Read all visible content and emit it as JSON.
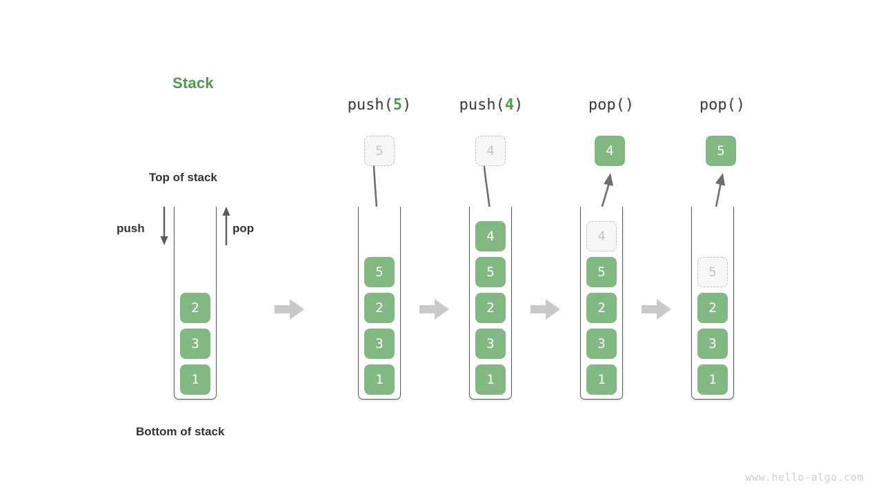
{
  "diagram": {
    "title": "Stack",
    "title_color": "#4a9b4a",
    "accent_color": "#82b882",
    "labels": {
      "top_of_stack": "Top of stack",
      "bottom_of_stack": "Bottom of stack",
      "push": "push",
      "pop": "pop"
    },
    "watermark": "www.hello-algo.com",
    "flow_arrow_icon": "right-arrow-icon",
    "panels": [
      {
        "id": "initial",
        "caption": "",
        "caption_fn": "",
        "caption_arg": "",
        "stack": [
          "2",
          "3",
          "1"
        ],
        "floating": null,
        "ghost_in_stack": null,
        "motion": "none"
      },
      {
        "id": "push-5",
        "caption": "push(5)",
        "caption_fn": "push(",
        "caption_arg": "5",
        "caption_tail": ")",
        "stack": [
          "5",
          "2",
          "3",
          "1"
        ],
        "floating": {
          "value": "5",
          "style": "ghost"
        },
        "ghost_in_stack": null,
        "motion": "down"
      },
      {
        "id": "push-4",
        "caption": "push(4)",
        "caption_fn": "push(",
        "caption_arg": "4",
        "caption_tail": ")",
        "stack": [
          "4",
          "5",
          "2",
          "3",
          "1"
        ],
        "floating": {
          "value": "4",
          "style": "ghost"
        },
        "ghost_in_stack": null,
        "motion": "down"
      },
      {
        "id": "pop-1",
        "caption": "pop()",
        "caption_fn": "pop()",
        "caption_arg": "",
        "caption_tail": "",
        "stack": [
          "4",
          "5",
          "2",
          "3",
          "1"
        ],
        "floating": {
          "value": "4",
          "style": "solid"
        },
        "ghost_in_stack": {
          "value": "4",
          "index": 0
        },
        "motion": "up"
      },
      {
        "id": "pop-2",
        "caption": "pop()",
        "caption_fn": "pop()",
        "caption_arg": "",
        "caption_tail": "",
        "stack": [
          "5",
          "2",
          "3",
          "1"
        ],
        "floating": {
          "value": "5",
          "style": "solid"
        },
        "ghost_in_stack": {
          "value": "5",
          "index": 0
        },
        "motion": "up"
      }
    ]
  }
}
